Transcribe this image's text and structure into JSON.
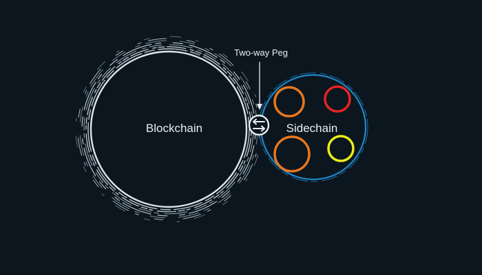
{
  "diagram": {
    "blockchain_label": "Blockchain",
    "sidechain_label": "Sidechain",
    "peg_label": "Two-way Peg",
    "peg_icon": "swap-arrows-icon",
    "colors": {
      "background": "#0c161e",
      "blockchain_ring": "#c4cfd8",
      "sidechain_ring": "#1e88c9",
      "orange": "#e8771e",
      "red": "#e42424",
      "yellow": "#ecec1a"
    }
  }
}
